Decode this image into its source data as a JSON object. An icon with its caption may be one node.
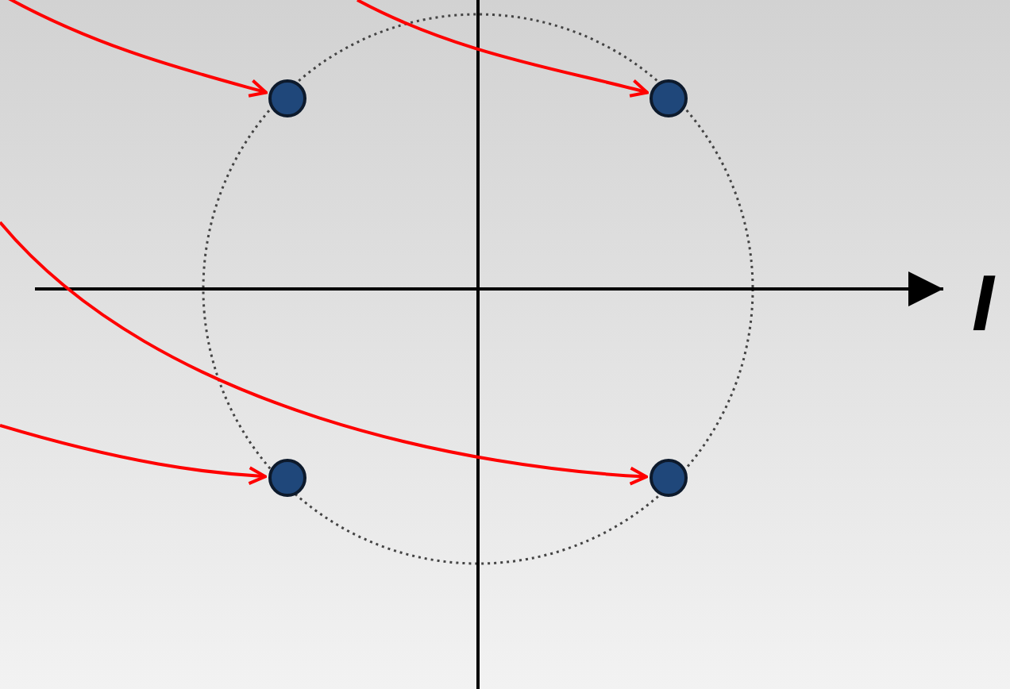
{
  "diagram": {
    "nodes": [
      {
        "text": [],
        "shape": "circle"
      },
      {
        "text": [],
        "shape": "circle"
      },
      {
        "text": [],
        "shape": "circle"
      },
      {
        "text": [],
        "shape": "circle"
      }
    ],
    "edges": [
      {
        "from": null,
        "to": 0,
        "arrow": "to"
      },
      {
        "from": null,
        "to": 1,
        "arrow": "to"
      },
      {
        "from": null,
        "to": 3,
        "arrow": "to"
      },
      {
        "from": null,
        "to": 2,
        "arrow": "to"
      }
    ],
    "labels": [
      "I"
    ]
  }
}
